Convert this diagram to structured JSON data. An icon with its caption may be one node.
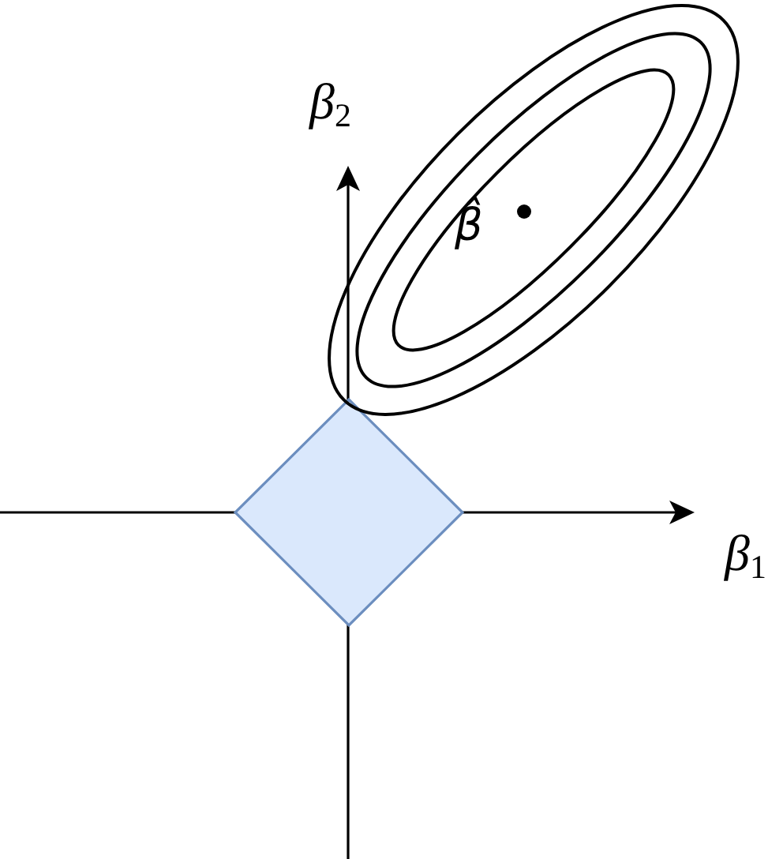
{
  "diagram": {
    "nodes": [
      {
        "text": [],
        "shape": "diamond"
      }
    ],
    "labels": [
      "β$_{2}$",
      "β̂",
      "β$_{1}$"
    ]
  }
}
